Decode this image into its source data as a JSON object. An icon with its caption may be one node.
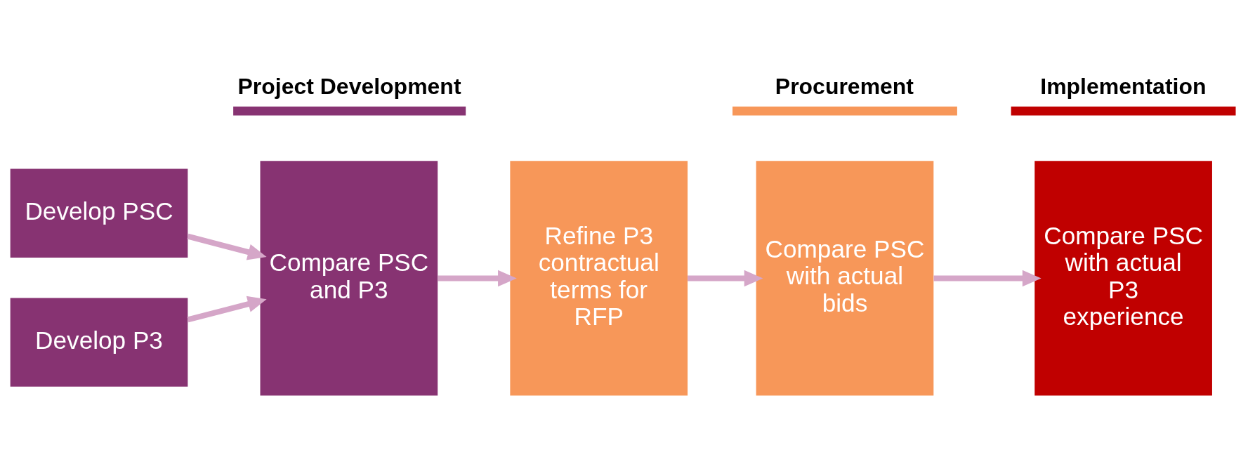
{
  "diagram": {
    "nodes": [
      {
        "text": [
          "Develop PSC"
        ]
      },
      {
        "text": [
          "Develop P3"
        ]
      },
      {
        "text": [
          "Compare PSC and P3"
        ]
      },
      {
        "text": [
          "Refine P3 contractual terms for RFP"
        ]
      },
      {
        "text": [
          "Compare PSC with actual bids"
        ]
      },
      {
        "text": [
          "Compare PSC with actual P3 experience"
        ]
      }
    ],
    "edges": [
      {
        "from": 0,
        "to": 2,
        "arrow": "to"
      },
      {
        "from": 1,
        "to": 2,
        "arrow": "to"
      },
      {
        "from": 2,
        "to": 3,
        "arrow": "to"
      },
      {
        "from": 3,
        "to": 4,
        "arrow": "to"
      },
      {
        "from": 4,
        "to": 5,
        "arrow": "to"
      }
    ],
    "labels": [
      "Project Development",
      "Procurement",
      "Implementation"
    ]
  }
}
